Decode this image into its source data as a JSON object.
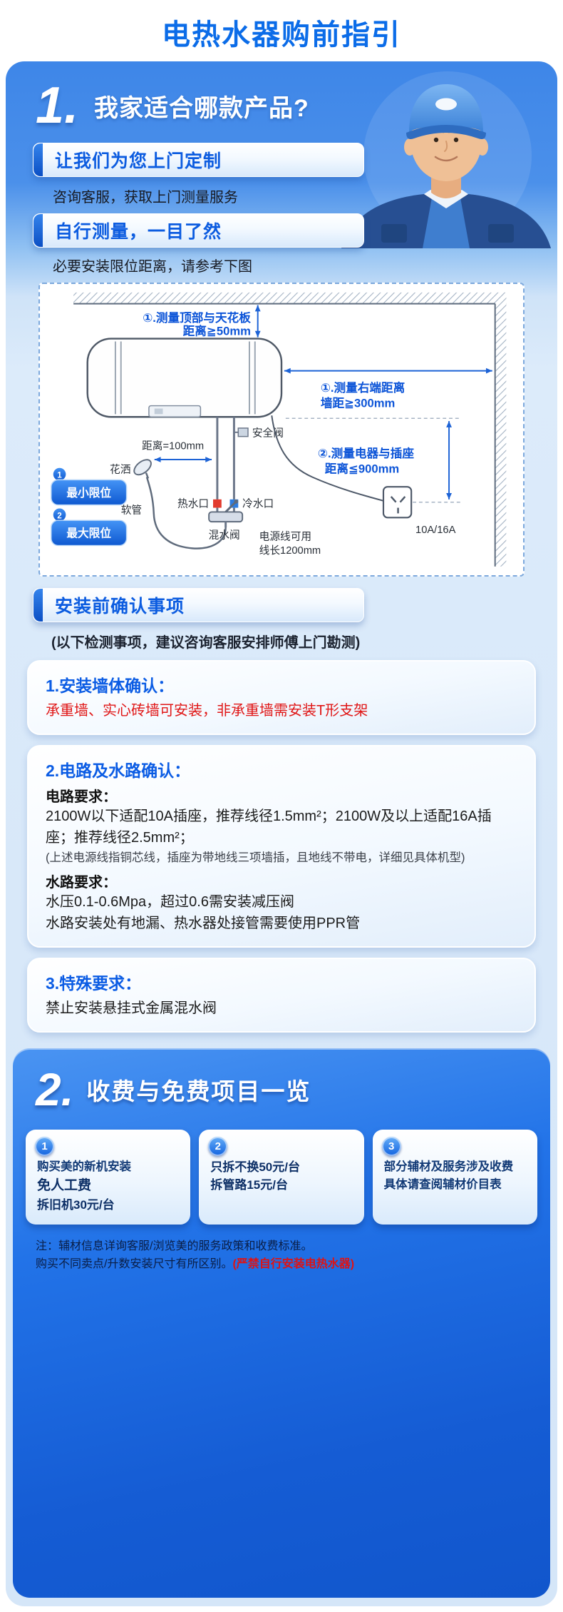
{
  "palette": {
    "accent_blue": "#0b6ce8",
    "deep_blue": "#1156cc",
    "light_bg": "#dcebfa",
    "warning_red": "#e01616"
  },
  "header": {
    "title": "电热水器购前指引"
  },
  "section1": {
    "number": "1.",
    "title": "我家适合哪款产品?",
    "custom_title": "让我们为您上门定制",
    "custom_desc": "咨询客服，获取上门测量服务",
    "measure_title": "自行测量，一目了然",
    "measure_desc": "必要安装限位距离，请参考下图"
  },
  "diagram": {
    "top_label_line1": "①.测量顶部与天花板",
    "top_label_line2": "距离≧50mm",
    "right_label_line1": "①.测量右端距离",
    "right_label_line2": "墙距≧300mm",
    "safety_valve": "安全阀",
    "hose_distance": "距离=100mm",
    "socket_label_line1": "②.测量电器与插座",
    "socket_label_line2": "距离≦900mm",
    "shower": "花洒",
    "hose": "软管",
    "hot_port": "热水口",
    "cold_port": "冷水口",
    "mixer": "混水阀",
    "cord_line1": "电源线可用",
    "cord_line2": "线长1200mm",
    "outlet": "10A/16A",
    "legend": [
      {
        "num": "1",
        "label": "最小限位"
      },
      {
        "num": "2",
        "label": "最大限位"
      }
    ]
  },
  "confirm": {
    "title": "安装前确认事项",
    "note": "(以下检测事项，建议咨询客服安排师傅上门勘测)",
    "wall": {
      "title": "1.安装墙体确认：",
      "text": "承重墙、实心砖墙可安装，非承重墙需安装T形支架"
    },
    "circuit": {
      "title": "2.电路及水路确认：",
      "elec_label": "电路要求：",
      "elec_text": "2100W以下适配10A插座，推荐线径1.5mm²；2100W及以上适配16A插座；推荐线径2.5mm²；",
      "elec_note": "(上述电源线指铜芯线，插座为带地线三项墙插，且地线不带电，详细见具体机型)",
      "water_label": "水路要求：",
      "water_text1": "水压0.1-0.6Mpa，超过0.6需安装减压阀",
      "water_text2": "水路安装处有地漏、热水器处接管需要使用PPR管"
    },
    "special": {
      "title": "3.特殊要求：",
      "text": "禁止安装悬挂式金属混水阀"
    }
  },
  "section2": {
    "number": "2.",
    "title": "收费与免费项目一览",
    "items": [
      {
        "num": "1",
        "lines": [
          "购买美的新机安装",
          "免人工费",
          "拆旧机30元/台"
        ]
      },
      {
        "num": "2",
        "lines": [
          "只拆不换50元/台",
          "拆管路15元/台"
        ]
      },
      {
        "num": "3",
        "lines": [
          "部分辅材及服务涉及收费",
          "具体请查阅辅材价目表"
        ]
      }
    ],
    "note1": "注：辅材信息详询客服/浏览美的服务政策和收费标准。",
    "note2": "购买不同卖点/升数安装尺寸有所区别。",
    "note2_warning": "(严禁自行安装电热水器)"
  }
}
